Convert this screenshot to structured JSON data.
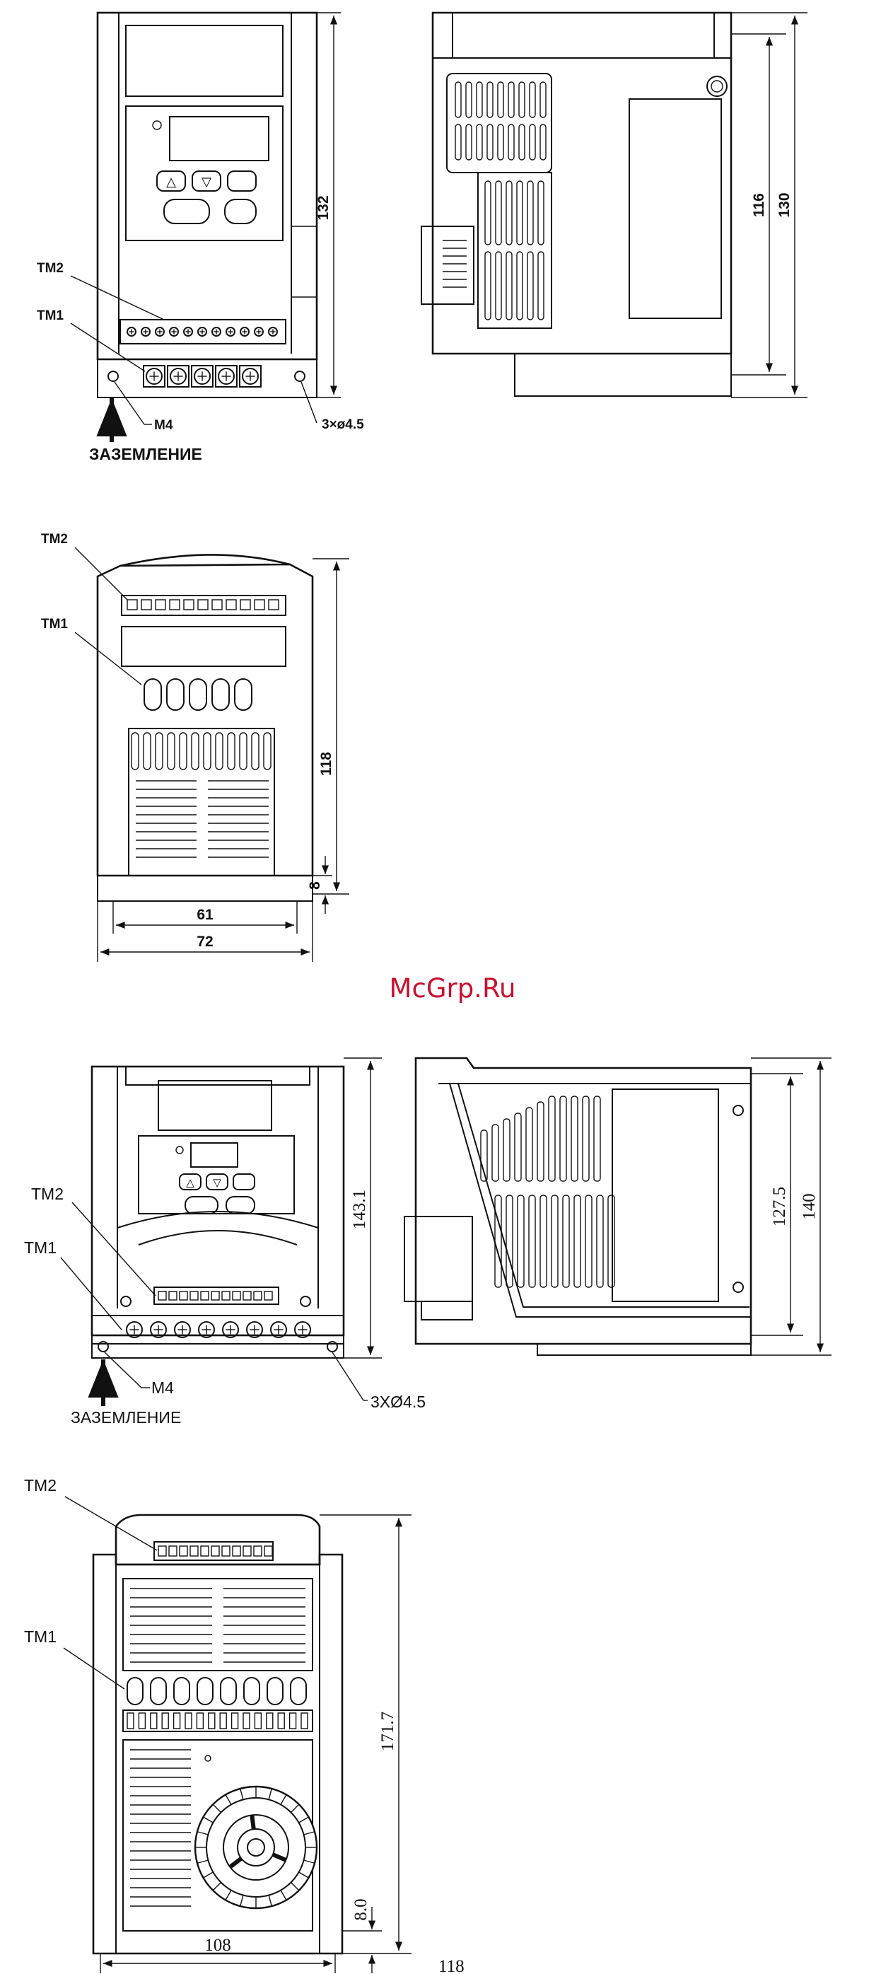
{
  "watermark": "McGrp.Ru",
  "figure1": {
    "front": {
      "tm2": "TM2",
      "tm1": "TM1",
      "m4": "M4",
      "ground": "ЗАЗЕМЛЕНИЕ",
      "holes": "3×ø4.5",
      "height": "132"
    },
    "side": {
      "inner_height": "116",
      "outer_height": "130"
    },
    "bottom": {
      "tm2": "TM2",
      "tm1": "TM1",
      "height": "118",
      "foot": "8",
      "width_inner": "61",
      "width_outer": "72"
    }
  },
  "figure2": {
    "front": {
      "tm2": "TM2",
      "tm1": "TM1",
      "m4": "M4",
      "ground": "ЗАЗЕМЛЕНИЕ",
      "holes": "3XØ4.5",
      "height": "143.1"
    },
    "side": {
      "inner_height": "127.5",
      "outer_height": "140"
    },
    "bottom": {
      "tm2": "TM2",
      "tm1": "TM1",
      "height": "171.7",
      "foot": "8.0",
      "width_inner": "108",
      "width_outer": "118"
    }
  }
}
